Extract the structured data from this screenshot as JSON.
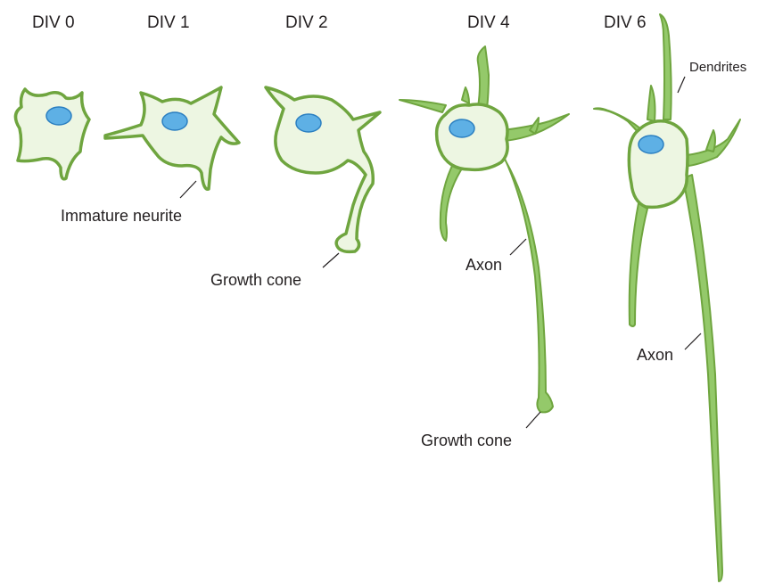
{
  "stages": [
    "DIV 0",
    "DIV 1",
    "DIV 2",
    "DIV 4",
    "DIV 6"
  ],
  "labels": {
    "immature_neurite": "Immature neurite",
    "growth_cone_div2": "Growth cone",
    "axon_div4": "Axon",
    "growth_cone_div4": "Growth cone",
    "dendrites": "Dendrites",
    "axon_div6": "Axon"
  },
  "colors": {
    "cell_fill": "#edf6e2",
    "cell_outline": "#6fa53f",
    "process_fill": "#94c96a",
    "nucleus_fill": "#5eb0e5",
    "nucleus_outline": "#2b7fc1"
  }
}
